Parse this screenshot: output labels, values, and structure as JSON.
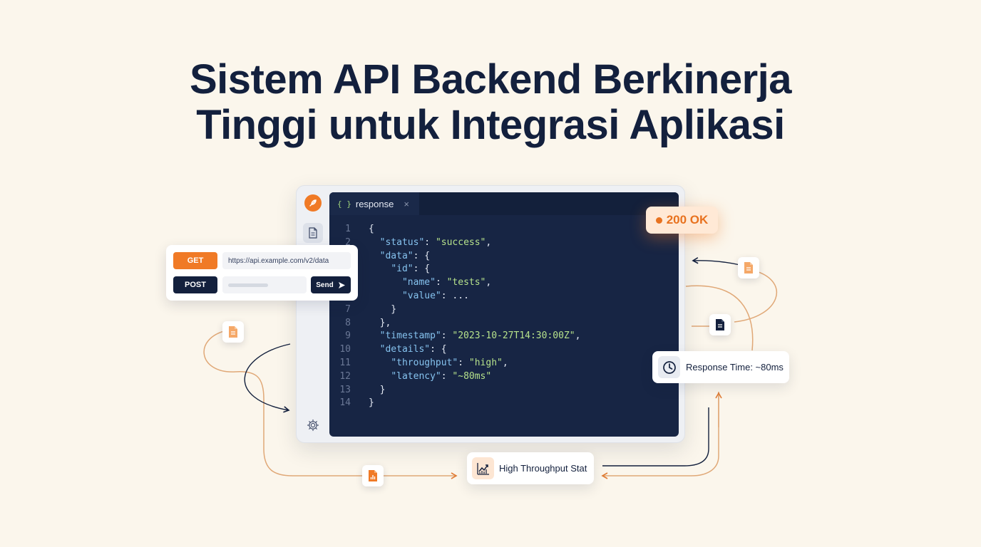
{
  "headline": {
    "line1": "Sistem API Backend Berkinerja",
    "line2": "Tinggi untuk Integrasi Aplikasi"
  },
  "editor": {
    "tab_braces": "{ }",
    "tab_label": "response",
    "tab_close": "×",
    "code_lines": [
      [
        {
          "t": "p",
          "v": "{"
        }
      ],
      [
        {
          "t": "p",
          "v": "  "
        },
        {
          "t": "k",
          "v": "\"status\""
        },
        {
          "t": "p",
          "v": ": "
        },
        {
          "t": "s",
          "v": "\"success\""
        },
        {
          "t": "p",
          "v": ","
        }
      ],
      [
        {
          "t": "p",
          "v": "  "
        },
        {
          "t": "k",
          "v": "\"data\""
        },
        {
          "t": "p",
          "v": ": {"
        }
      ],
      [
        {
          "t": "p",
          "v": "    "
        },
        {
          "t": "k",
          "v": "\"id\""
        },
        {
          "t": "p",
          "v": ": {"
        }
      ],
      [
        {
          "t": "p",
          "v": "      "
        },
        {
          "t": "k",
          "v": "\"name\""
        },
        {
          "t": "p",
          "v": ": "
        },
        {
          "t": "s",
          "v": "\"tests\""
        },
        {
          "t": "p",
          "v": ","
        }
      ],
      [
        {
          "t": "p",
          "v": "      "
        },
        {
          "t": "k",
          "v": "\"value\""
        },
        {
          "t": "p",
          "v": ": ..."
        }
      ],
      [
        {
          "t": "p",
          "v": "    }"
        }
      ],
      [
        {
          "t": "p",
          "v": "  },"
        }
      ],
      [
        {
          "t": "p",
          "v": "  "
        },
        {
          "t": "k",
          "v": "\"timestamp\""
        },
        {
          "t": "p",
          "v": ": "
        },
        {
          "t": "s",
          "v": "\"2023-10-27T14:30:00Z\""
        },
        {
          "t": "p",
          "v": ","
        }
      ],
      [
        {
          "t": "p",
          "v": "  "
        },
        {
          "t": "k",
          "v": "\"details\""
        },
        {
          "t": "p",
          "v": ": {"
        }
      ],
      [
        {
          "t": "p",
          "v": "    "
        },
        {
          "t": "k",
          "v": "\"throughput\""
        },
        {
          "t": "p",
          "v": ": "
        },
        {
          "t": "s",
          "v": "\"high\""
        },
        {
          "t": "p",
          "v": ","
        }
      ],
      [
        {
          "t": "p",
          "v": "    "
        },
        {
          "t": "k",
          "v": "\"latency\""
        },
        {
          "t": "p",
          "v": ": "
        },
        {
          "t": "s",
          "v": "\"~80ms\""
        }
      ],
      [
        {
          "t": "p",
          "v": "  }"
        }
      ],
      [
        {
          "t": "p",
          "v": "}"
        }
      ]
    ]
  },
  "request": {
    "get_label": "GET",
    "post_label": "POST",
    "url": "https://api.example.com/v2/data",
    "send_label": "Send"
  },
  "status": {
    "label": "200 OK"
  },
  "metrics": {
    "response_time": "Response Time: ~80ms",
    "throughput": "High Throughput Stat"
  },
  "icons": {
    "logo": "feather-icon",
    "file": "file-icon",
    "settings": "gear-icon",
    "send": "send-icon",
    "clock": "clock-icon",
    "trend": "trend-chart-icon",
    "doc": "document-icon",
    "bar_doc": "bar-chart-document-icon"
  },
  "colors": {
    "accent": "#f07a26",
    "navy": "#13203d",
    "editor_bg": "#172544",
    "background": "#fbf6ec",
    "json_key": "#86c3ef",
    "json_string": "#b6e28b"
  }
}
